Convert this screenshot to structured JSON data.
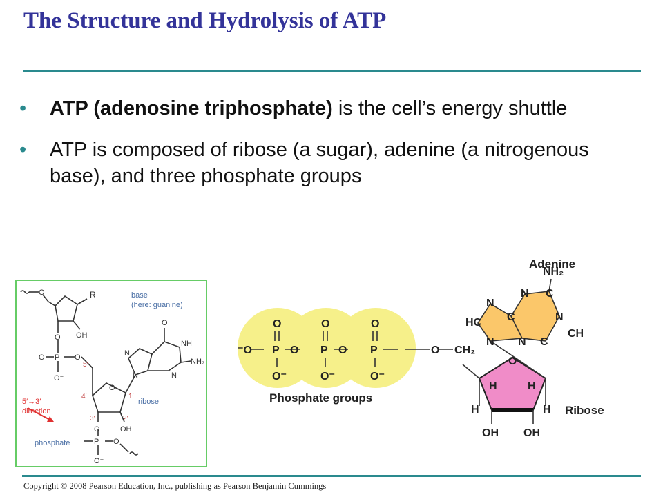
{
  "slide": {
    "title": "The Structure and Hydrolysis of ATP",
    "copyright": "Copyright © 2008 Pearson Education, Inc., publishing as Pearson Benjamin Cummings"
  },
  "bullets": [
    {
      "bold": "ATP (adenosine triphosphate)",
      "rest": " is the cell’s energy shuttle"
    },
    {
      "bold": "",
      "rest": "ATP is composed of ribose (a sugar), adenine (a nitrogenous base), and three phosphate groups"
    }
  ],
  "colors": {
    "title": "#333399",
    "rule": "#2a8a8e",
    "phosphate": "#f6f08a",
    "adenine": "#fbc76a",
    "ribose": "#f08cc8",
    "frame": "#66cc66",
    "label_blue": "#4a6fa5",
    "arrow": "#e03030"
  },
  "left_figure": {
    "label_base": "base",
    "label_base_sub": "(here: guanine)",
    "label_R": "R",
    "label_direction_1": "5′→3′",
    "label_direction_2": "direction",
    "label_ribose": "ribose",
    "label_phosphate": "phosphate",
    "atom_O": "O",
    "atom_P": "P",
    "atom_OH": "OH",
    "atom_N": "N",
    "atom_NH": "NH",
    "atom_NH2": "NH₂",
    "atom_Ominus": "O⁻",
    "pos_5": "5′",
    "pos_4": "4′",
    "pos_3": "3′",
    "pos_2": "2′",
    "pos_1": "1′"
  },
  "right_figure": {
    "label_adenine": "Adenine",
    "label_phosphate_groups": "Phosphate groups",
    "label_ribose": "Ribose",
    "atom_O": "O",
    "atom_P": "P",
    "atom_Ominus": "O⁻",
    "atom_Ominus_left": "⁻O",
    "atom_CH2": "CH₂",
    "atom_NH2": "NH₂",
    "atom_N": "N",
    "atom_C": "C",
    "atom_HC": "HC",
    "atom_CH": "CH",
    "atom_H": "H",
    "atom_OH": "OH"
  }
}
